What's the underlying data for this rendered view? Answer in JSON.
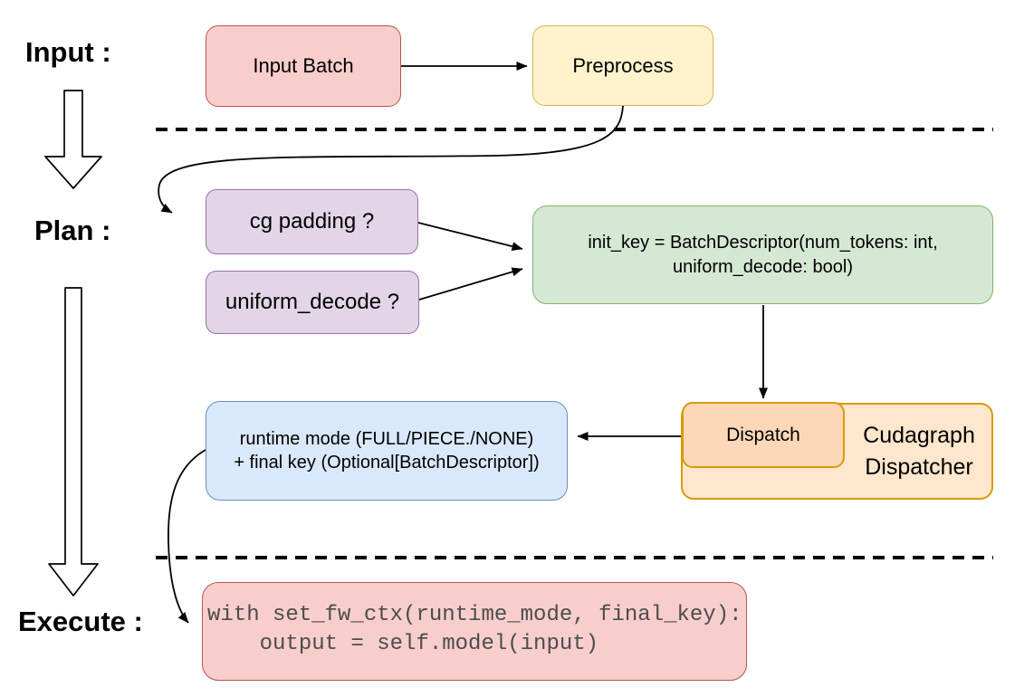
{
  "title": "Cudagraph dispatch flow diagram",
  "stages": {
    "input_label": "Input :",
    "plan_label": "Plan :",
    "execute_label": "Execute :"
  },
  "nodes": {
    "input_batch": {
      "label": "Input Batch"
    },
    "preprocess": {
      "label": "Preprocess"
    },
    "cg_padding": {
      "label": "cg padding ?"
    },
    "uniform_decode": {
      "label": "uniform_decode ?"
    },
    "init_key": {
      "line1": "init_key = BatchDescriptor(num_tokens: int,",
      "line2": "uniform_decode: bool)"
    },
    "dispatch": {
      "label": "Dispatch"
    },
    "cudagraph_dispatcher": {
      "line1": "Cudagraph",
      "line2": "Dispatcher"
    },
    "runtime_mode": {
      "line1": "runtime mode (FULL/PIECE./NONE)",
      "line2": "+ final key (Optional[BatchDescriptor])"
    },
    "execute_code": {
      "code": "with set_fw_ctx(runtime_mode, final_key):\n    output = self.model(input)"
    }
  },
  "colors": {
    "red_fill": "#f8cecc",
    "red_stroke": "#b85450",
    "yellow_fill": "#fff2cc",
    "yellow_stroke": "#d6b656",
    "purple_fill": "#e1d5e7",
    "purple_stroke": "#9673a6",
    "green_fill": "#d5e8d4",
    "green_stroke": "#82b366",
    "blue_fill": "#dae8fc",
    "blue_stroke": "#6c8ebf",
    "orange_outer_fill": "#ffe6cc",
    "orange_inner_fill": "#fcd8b8",
    "orange_stroke": "#d79b00",
    "connector": "#000000",
    "code_text": "#4d4d4d"
  }
}
